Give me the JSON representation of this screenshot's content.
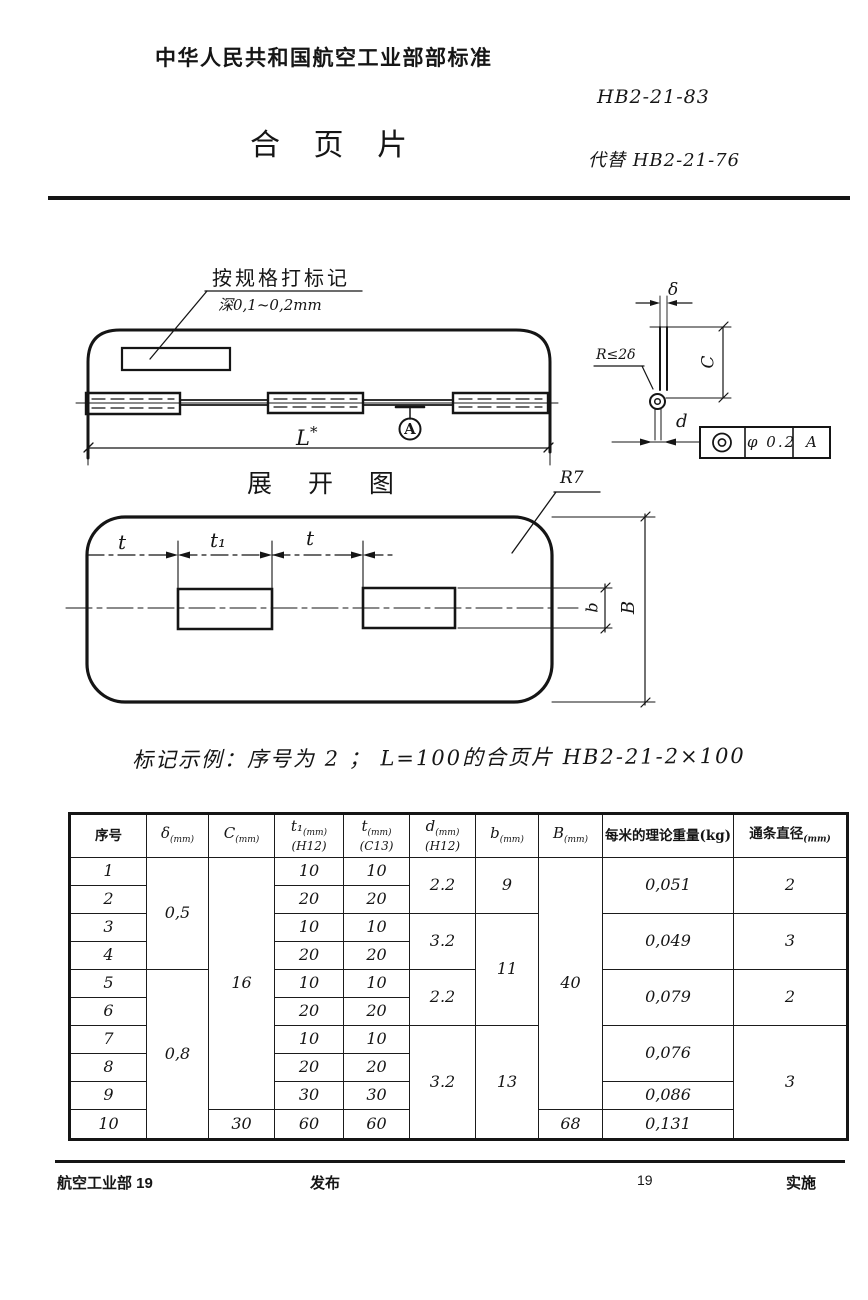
{
  "ink": "#151515",
  "header": {
    "standard_org_title": "中华人民共和国航空工业部部标准",
    "standard_number": "HB2-21-83",
    "part_title": "合 页 片",
    "replaces": "代替 HB2-21-76"
  },
  "development_view": {
    "caption": "展  开  图",
    "mark_note_line1": "按规格打标记",
    "mark_note_line2": "深0,1~0,2mm",
    "length_label": "L",
    "length_star": "*",
    "datum_label": "A"
  },
  "section_view": {
    "thickness_label": "δ",
    "height_label": "C",
    "radius_note": "R≤2δ",
    "pin_label": "d",
    "tolerance_value": "φ 0.2",
    "tolerance_datum": "A"
  },
  "plan_view": {
    "corner_radius_label": "R7",
    "t_label": "t",
    "t1_label": "t₁",
    "t_label_2": "t",
    "b_label": "b",
    "B_label": "B"
  },
  "designation_example": "标记示例：序号为 2 ；  L=100的合页片  HB2-21-2×100",
  "table": {
    "columns": [
      {
        "id": "no",
        "label": "序号",
        "cjk": true
      },
      {
        "id": "delta",
        "label": "δ",
        "sub": "(mm)"
      },
      {
        "id": "C",
        "label": "C",
        "sub": "(mm)"
      },
      {
        "id": "t1",
        "label": "t₁",
        "sub": "(mm)",
        "tol": "(H12)"
      },
      {
        "id": "t",
        "label": "t",
        "sub": "(mm)",
        "tol": "(C13)"
      },
      {
        "id": "d",
        "label": "d",
        "sub": "(mm)",
        "tol": "(H12)"
      },
      {
        "id": "b",
        "label": "b",
        "sub": "(mm)"
      },
      {
        "id": "B",
        "label": "B",
        "sub": "(mm)"
      },
      {
        "id": "weight",
        "label": "每米的理论重量(kg)",
        "cjk": true
      },
      {
        "id": "rod",
        "label": "通条直径",
        "sub": "(mm)",
        "cjk": true
      }
    ],
    "cells": {
      "no": [
        {
          "row": 1,
          "v": "1"
        },
        {
          "row": 2,
          "v": "2"
        },
        {
          "row": 3,
          "v": "3"
        },
        {
          "row": 4,
          "v": "4"
        },
        {
          "row": 5,
          "v": "5"
        },
        {
          "row": 6,
          "v": "6"
        },
        {
          "row": 7,
          "v": "7"
        },
        {
          "row": 8,
          "v": "8"
        },
        {
          "row": 9,
          "v": "9"
        },
        {
          "row": 10,
          "v": "10"
        }
      ],
      "delta": [
        {
          "row": 1,
          "span": 4,
          "v": "0,5"
        },
        {
          "row": 5,
          "span": 6,
          "v": "0,8"
        }
      ],
      "C": [
        {
          "row": 1,
          "span": 9,
          "v": "16"
        },
        {
          "row": 10,
          "v": "30"
        }
      ],
      "t1": [
        {
          "row": 1,
          "v": "10"
        },
        {
          "row": 2,
          "v": "20"
        },
        {
          "row": 3,
          "v": "10"
        },
        {
          "row": 4,
          "v": "20"
        },
        {
          "row": 5,
          "v": "10"
        },
        {
          "row": 6,
          "v": "20"
        },
        {
          "row": 7,
          "v": "10"
        },
        {
          "row": 8,
          "v": "20"
        },
        {
          "row": 9,
          "v": "30"
        },
        {
          "row": 10,
          "v": "60"
        }
      ],
      "t": [
        {
          "row": 1,
          "v": "10"
        },
        {
          "row": 2,
          "v": "20"
        },
        {
          "row": 3,
          "v": "10"
        },
        {
          "row": 4,
          "v": "20"
        },
        {
          "row": 5,
          "v": "10"
        },
        {
          "row": 6,
          "v": "20"
        },
        {
          "row": 7,
          "v": "10"
        },
        {
          "row": 8,
          "v": "20"
        },
        {
          "row": 9,
          "v": "30"
        },
        {
          "row": 10,
          "v": "60"
        }
      ],
      "d": [
        {
          "row": 1,
          "span": 2,
          "v": "2.2"
        },
        {
          "row": 3,
          "span": 2,
          "v": "3.2"
        },
        {
          "row": 5,
          "span": 2,
          "v": "2.2"
        },
        {
          "row": 7,
          "span": 4,
          "v": "3.2"
        }
      ],
      "b": [
        {
          "row": 1,
          "span": 2,
          "v": "9"
        },
        {
          "row": 3,
          "span": 4,
          "v": "11"
        },
        {
          "row": 7,
          "span": 4,
          "v": "13"
        }
      ],
      "B": [
        {
          "row": 1,
          "span": 9,
          "v": "40"
        },
        {
          "row": 10,
          "v": "68"
        }
      ],
      "weight": [
        {
          "row": 1,
          "span": 2,
          "v": "0,051"
        },
        {
          "row": 3,
          "span": 2,
          "v": "0,049"
        },
        {
          "row": 5,
          "span": 2,
          "v": "0,079"
        },
        {
          "row": 7,
          "span": 2,
          "v": "0,076"
        },
        {
          "row": 9,
          "v": "0,086"
        },
        {
          "row": 10,
          "v": "0,131"
        }
      ],
      "rod": [
        {
          "row": 1,
          "span": 2,
          "v": "2"
        },
        {
          "row": 3,
          "span": 2,
          "v": "3"
        },
        {
          "row": 5,
          "span": 2,
          "v": "2"
        },
        {
          "row": 7,
          "span": 4,
          "v": "3"
        }
      ]
    }
  },
  "footer": {
    "left": "航空工业部 19",
    "publish": "发布",
    "page_number": "19",
    "right": "实施"
  }
}
